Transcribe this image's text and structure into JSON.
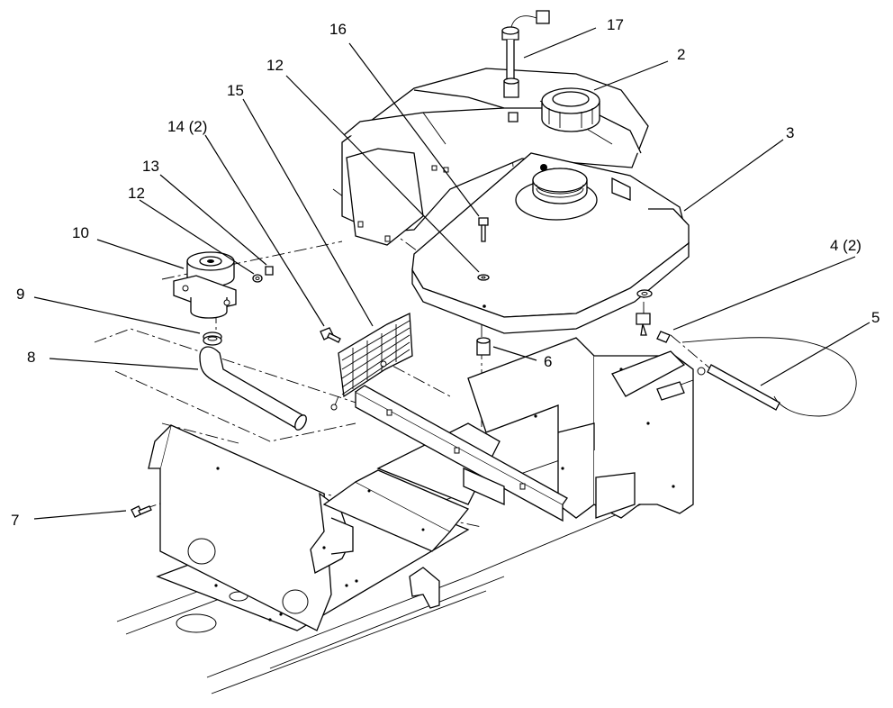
{
  "callouts": {
    "c17": "17",
    "c16": "16",
    "c12_top": "12",
    "c2": "2",
    "c15": "15",
    "c14": "14 (2)",
    "c3": "3",
    "c13": "13",
    "c12_left": "12",
    "c10": "10",
    "c4": "4 (2)",
    "c9": "9",
    "c5": "5",
    "c8": "8",
    "c6": "6",
    "c7": "7"
  }
}
